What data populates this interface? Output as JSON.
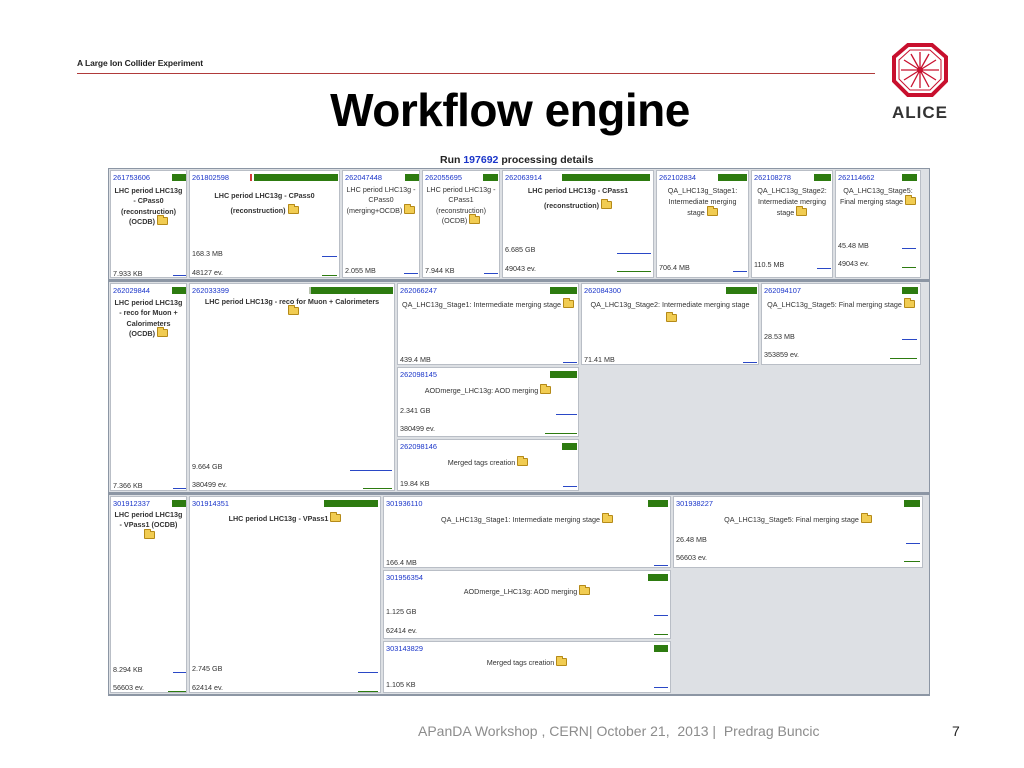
{
  "slide": {
    "header": "A Large Ion Collider Experiment",
    "title": "Workflow engine",
    "logo_text": "ALICE",
    "footer": "APanDA Workshop , CERN| October 21,  2013 |  Predrag Buncic",
    "page": "7",
    "colors": {
      "accent_line": "#b03a3a",
      "link": "#1a35c9",
      "bar_green": "#2d7b10",
      "panel_gray": "#dde0e4",
      "logo_red": "#c8102e"
    }
  },
  "run": {
    "prefix": "Run",
    "number": "197692",
    "suffix": "processing details"
  },
  "icons": {
    "folder": "folder-icon"
  },
  "jobs": {
    "r1a": {
      "id": "261753606",
      "name": "LHC period LHC13g - CPass0 (reconstruction) (OCDB)",
      "stat1": "7.933 KB",
      "progress": 1.0
    },
    "r1b": {
      "id": "261802598",
      "name": "LHC period LHC13g - CPass0 (reconstruction)",
      "stat1": "168.3 MB",
      "stat2": "48127 ev.",
      "progress": 0.97
    },
    "r1c": {
      "id": "262047448",
      "name": "LHC period LHC13g - CPass0 (merging+OCDB)",
      "stat1": "2.055 MB",
      "progress": 1.0
    },
    "r1d": {
      "id": "262055695",
      "name": "LHC period LHC13g - CPass1 (reconstruction) (OCDB)",
      "stat1": "7.944 KB",
      "progress": 1.0
    },
    "r1e": {
      "id": "262063914",
      "name": "LHC period LHC13g - CPass1 (reconstruction)",
      "stat1": "6.685 GB",
      "stat2": "49043 ev.",
      "progress": 1.0
    },
    "r1f": {
      "id": "262102834",
      "name": "QA_LHC13g_Stage1: Intermediate merging stage",
      "stat1": "706.4 MB",
      "progress": 1.0
    },
    "r1g": {
      "id": "262108278",
      "name": "QA_LHC13g_Stage2: Intermediate merging stage",
      "stat1": "110.5 MB",
      "progress": 1.0
    },
    "r1h": {
      "id": "262114662",
      "name": "QA_LHC13g_Stage5: Final merging stage",
      "stat1": "45.48 MB",
      "stat2": "49043 ev.",
      "progress": 1.0
    },
    "r2a": {
      "id": "262029844",
      "name": "LHC period LHC13g - reco for Muon + Calorimeters (OCDB)",
      "stat1": "7.366 KB",
      "progress": 1.0
    },
    "r2b": {
      "id": "262033399",
      "name": "LHC period LHC13g - reco for Muon + Calorimeters",
      "stat1": "9.664 GB",
      "stat2": "380499 ev.",
      "progress": 0.97
    },
    "r2c": {
      "id": "262066247",
      "name": "QA_LHC13g_Stage1: Intermediate merging stage",
      "stat1": "439.4 MB",
      "progress": 1.0
    },
    "r2d": {
      "id": "262084300",
      "name": "QA_LHC13g_Stage2: Intermediate merging stage",
      "stat1": "71.41 MB",
      "progress": 1.0
    },
    "r2e": {
      "id": "262094107",
      "name": "QA_LHC13g_Stage5: Final merging stage",
      "stat1": "28.53 MB",
      "stat2": "353859 ev.",
      "progress": 1.0
    },
    "r2f": {
      "id": "262098145",
      "name": "AODmerge_LHC13g: AOD merging",
      "stat1": "2.341 GB",
      "stat2": "380499 ev.",
      "progress": 1.0
    },
    "r2g": {
      "id": "262098146",
      "name": "Merged tags creation",
      "stat1": "19.84 KB",
      "progress": 1.0
    },
    "r3a": {
      "id": "301912337",
      "name": "LHC period LHC13g - VPass1 (OCDB)",
      "stat1": "8.294 KB",
      "stat2": "56603 ev.",
      "progress": 1.0
    },
    "r3b": {
      "id": "301914351",
      "name": "LHC period LHC13g - VPass1",
      "stat1": "2.745 GB",
      "stat2": "62414 ev.",
      "progress": 1.0
    },
    "r3c": {
      "id": "301936110",
      "name": "QA_LHC13g_Stage1: Intermediate merging stage",
      "stat1": "166.4 MB",
      "progress": 1.0
    },
    "r3d": {
      "id": "301938227",
      "name": "QA_LHC13g_Stage5: Final merging stage",
      "stat1": "26.48 MB",
      "stat2": "56603 ev.",
      "progress": 1.0
    },
    "r3e": {
      "id": "301956354",
      "name": "AODmerge_LHC13g: AOD merging",
      "stat1": "1.125 GB",
      "stat2": "62414 ev.",
      "progress": 1.0
    },
    "r3f": {
      "id": "303143829",
      "name": "Merged tags creation",
      "stat1": "1.105 KB",
      "progress": 1.0
    }
  }
}
